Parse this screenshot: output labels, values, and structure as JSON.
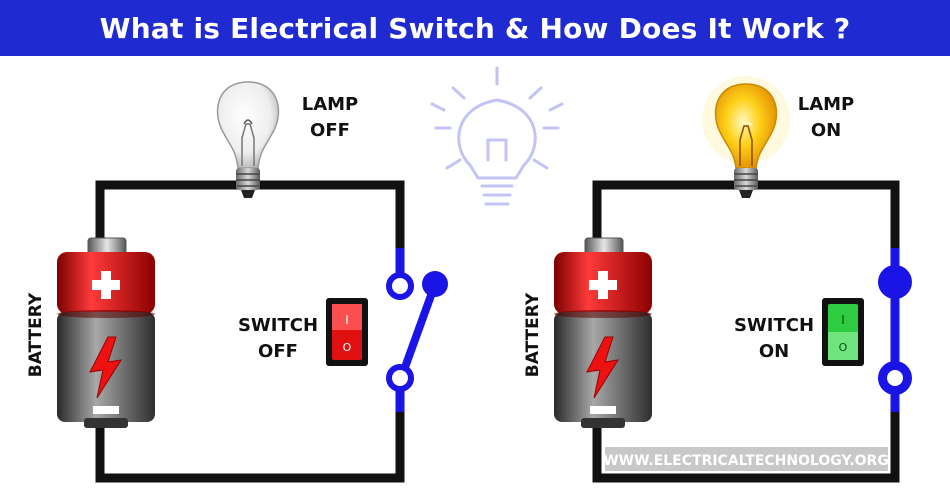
{
  "title": "What is Electrical Switch & How Does It Work ?",
  "watermark": "WWW.ELECTRICALTECHNOLOGY.ORG",
  "colors": {
    "header_bg": "#1f2bd1",
    "wire": "#111111",
    "switch_wire": "#1a14e6",
    "battery_red": "#e01818",
    "battery_gray": "#8a8a8a",
    "switch_off": "#e01010",
    "switch_on": "#2ecc40",
    "lamp_on": "#f4b400"
  },
  "circuit_off": {
    "lamp_label": [
      "LAMP",
      "OFF"
    ],
    "switch_label": [
      "SWITCH",
      "OFF"
    ],
    "battery_label": "BATTERY",
    "rocker_marks": [
      "I",
      "O"
    ],
    "lamp_state": "off",
    "switch_state": "open"
  },
  "circuit_on": {
    "lamp_label": [
      "LAMP",
      "ON"
    ],
    "switch_label": [
      "SWITCH",
      "ON"
    ],
    "battery_label": "BATTERY",
    "rocker_marks": [
      "I",
      "O"
    ],
    "lamp_state": "on",
    "switch_state": "closed"
  },
  "icons": [
    "bulb-off-icon",
    "bulb-on-icon",
    "idea-bulb-icon",
    "battery-icon",
    "lightning-icon",
    "plus-icon",
    "minus-icon",
    "rocker-switch-icon"
  ]
}
